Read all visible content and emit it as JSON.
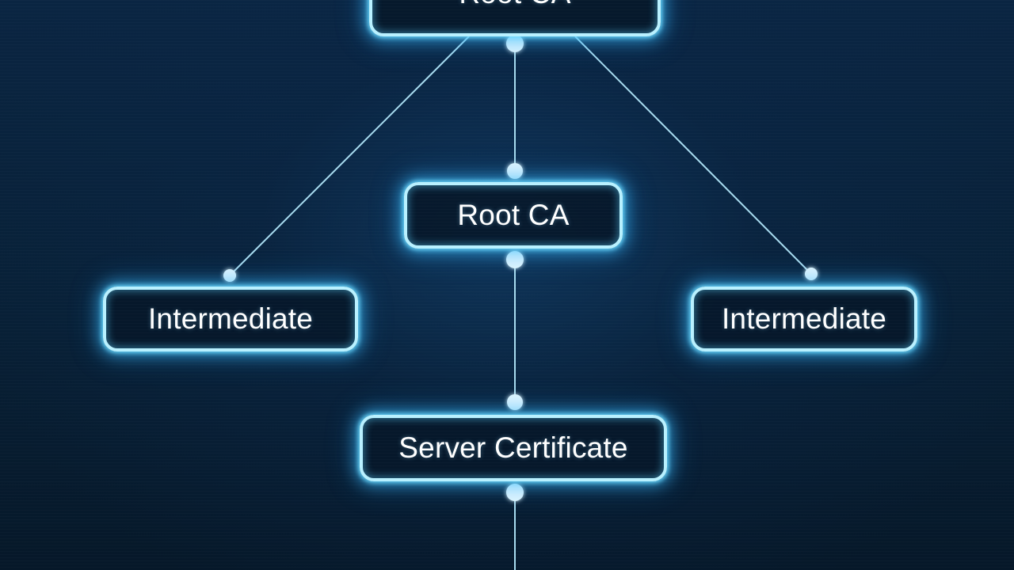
{
  "diagram": {
    "nodes": {
      "top": "Root CA",
      "root": "Root CA",
      "intermediate_left": "Intermediate",
      "intermediate_right": "Intermediate",
      "server": "Server Certificate"
    },
    "colors": {
      "background": "#0a2542",
      "node_border": "#b9f1ff",
      "glow": "#3cbeff",
      "line": "#a8dcf0",
      "text": "#ffffff"
    }
  }
}
